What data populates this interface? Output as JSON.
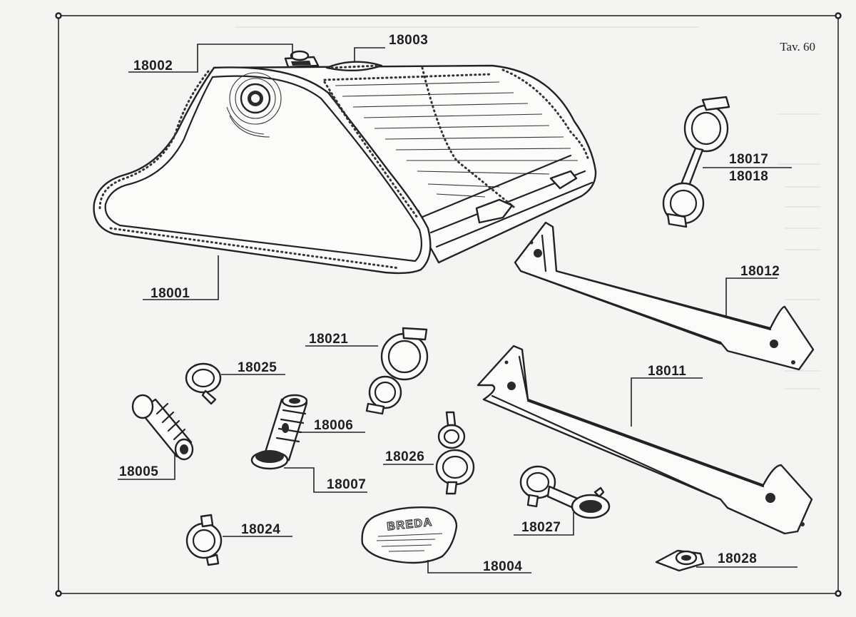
{
  "plate": {
    "tavola": "Tav. 60"
  },
  "parts": [
    {
      "id": "p18001",
      "code": "18001"
    },
    {
      "id": "p18002",
      "code": "18002"
    },
    {
      "id": "p18003",
      "code": "18003"
    },
    {
      "id": "p18004",
      "code": "18004"
    },
    {
      "id": "p18005",
      "code": "18005"
    },
    {
      "id": "p18006",
      "code": "18006"
    },
    {
      "id": "p18007",
      "code": "18007"
    },
    {
      "id": "p18011",
      "code": "18011"
    },
    {
      "id": "p18012",
      "code": "18012"
    },
    {
      "id": "p18017",
      "code": "18017"
    },
    {
      "id": "p18018",
      "code": "18018"
    },
    {
      "id": "p18021",
      "code": "18021"
    },
    {
      "id": "p18024",
      "code": "18024"
    },
    {
      "id": "p18025",
      "code": "18025"
    },
    {
      "id": "p18026",
      "code": "18026"
    },
    {
      "id": "p18027",
      "code": "18027"
    },
    {
      "id": "p18028",
      "code": "18028"
    }
  ],
  "emblem": {
    "text": "BREDA"
  },
  "colors": {
    "paper": "#f4f4f2",
    "ink": "#222222"
  }
}
